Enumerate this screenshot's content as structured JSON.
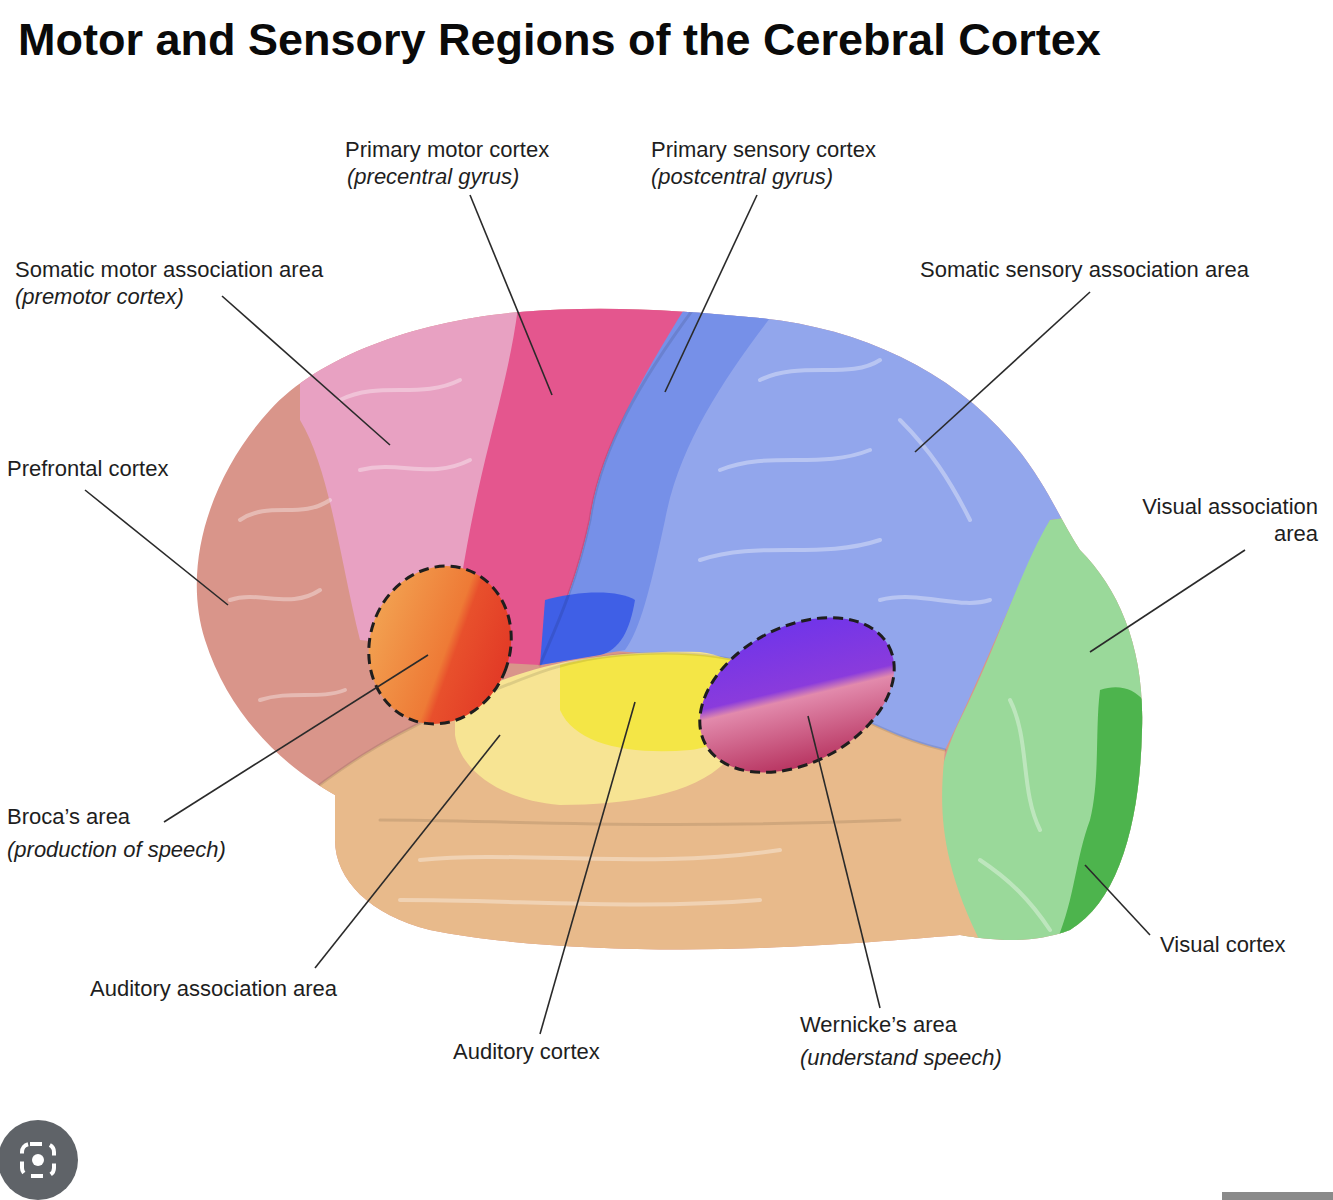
{
  "diagram": {
    "title": "Motor and Sensory Regions of the Cerebral Cortex",
    "labels": [
      "Primary motor cortex",
      "(precentral gyrus)",
      "Primary sensory cortex",
      "(postcentral gyrus)",
      "Somatic motor association area",
      "(premotor cortex)",
      "Somatic sensory association area",
      "Prefrontal cortex",
      "Visual association area",
      "Broca’s area",
      "(production of speech)",
      "Auditory association area",
      "Auditory cortex",
      "Wernicke’s area",
      "(understand speech)",
      "Visual cortex"
    ]
  }
}
